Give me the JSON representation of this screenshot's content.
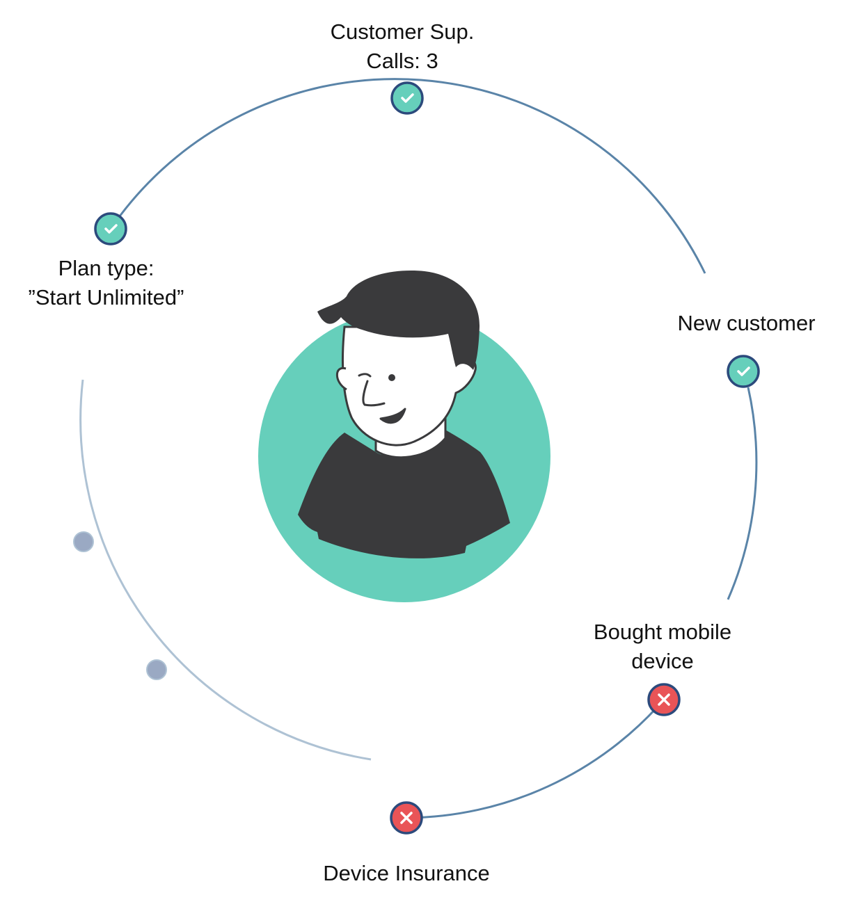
{
  "colors": {
    "track_active": "#5a84a8",
    "track_inactive": "#aec2d4",
    "node_done_fill": "#66cfbb",
    "node_failed_fill": "#e95457",
    "node_pending_fill": "#9aa9c3",
    "node_stroke": "#2c4a7c",
    "avatar_circle": "#66cfbb",
    "avatar_dark": "#3a3a3c",
    "skin": "#ffffff"
  },
  "nodes": [
    {
      "id": "customer-support",
      "status": "done",
      "icon": "check-icon",
      "lines": [
        "Customer Sup.",
        "Calls: 3"
      ]
    },
    {
      "id": "new-customer",
      "status": "done",
      "icon": "check-icon",
      "lines": [
        "New customer"
      ]
    },
    {
      "id": "bought-device",
      "status": "failed",
      "icon": "cross-icon",
      "lines": [
        "Bought mobile",
        "device"
      ]
    },
    {
      "id": "device-insurance",
      "status": "failed",
      "icon": "cross-icon",
      "lines": [
        "Device Insurance"
      ]
    },
    {
      "id": "pending-1",
      "status": "pending",
      "icon": "",
      "lines": []
    },
    {
      "id": "pending-2",
      "status": "pending",
      "icon": "",
      "lines": []
    },
    {
      "id": "plan-type",
      "status": "done",
      "icon": "check-icon",
      "lines": [
        "Plan type:",
        "”Start Unlimited”"
      ]
    }
  ]
}
